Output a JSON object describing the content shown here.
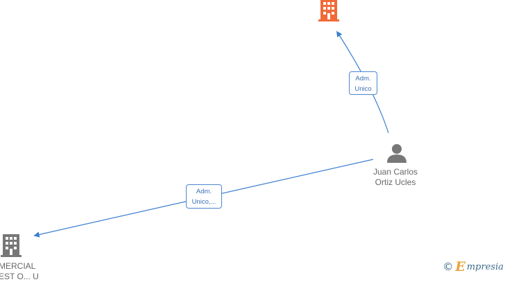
{
  "nodes": {
    "company_top": {
      "label": "",
      "icon": "building-icon",
      "color": "#f26a38"
    },
    "person": {
      "label_line1": "Juan Carlos",
      "label_line2": "Ortiz Ucles",
      "icon": "person-icon",
      "color": "#777777"
    },
    "company_bottom": {
      "label_line1": "MERCIAL",
      "label_line2": "EST O... U",
      "icon": "building-icon",
      "color": "#777777"
    }
  },
  "edges": [
    {
      "from": "person",
      "to": "company_top",
      "label_line1": "Adm.",
      "label_line2": "Unico"
    },
    {
      "from": "person",
      "to": "company_bottom",
      "label_line1": "Adm.",
      "label_line2": "Unico,..."
    }
  ],
  "colors": {
    "edge": "#3a7fd0",
    "label_border": "#4a86d0"
  },
  "watermark": {
    "copyright": "©",
    "brand_initial": "E",
    "brand_rest": "mpresia"
  }
}
